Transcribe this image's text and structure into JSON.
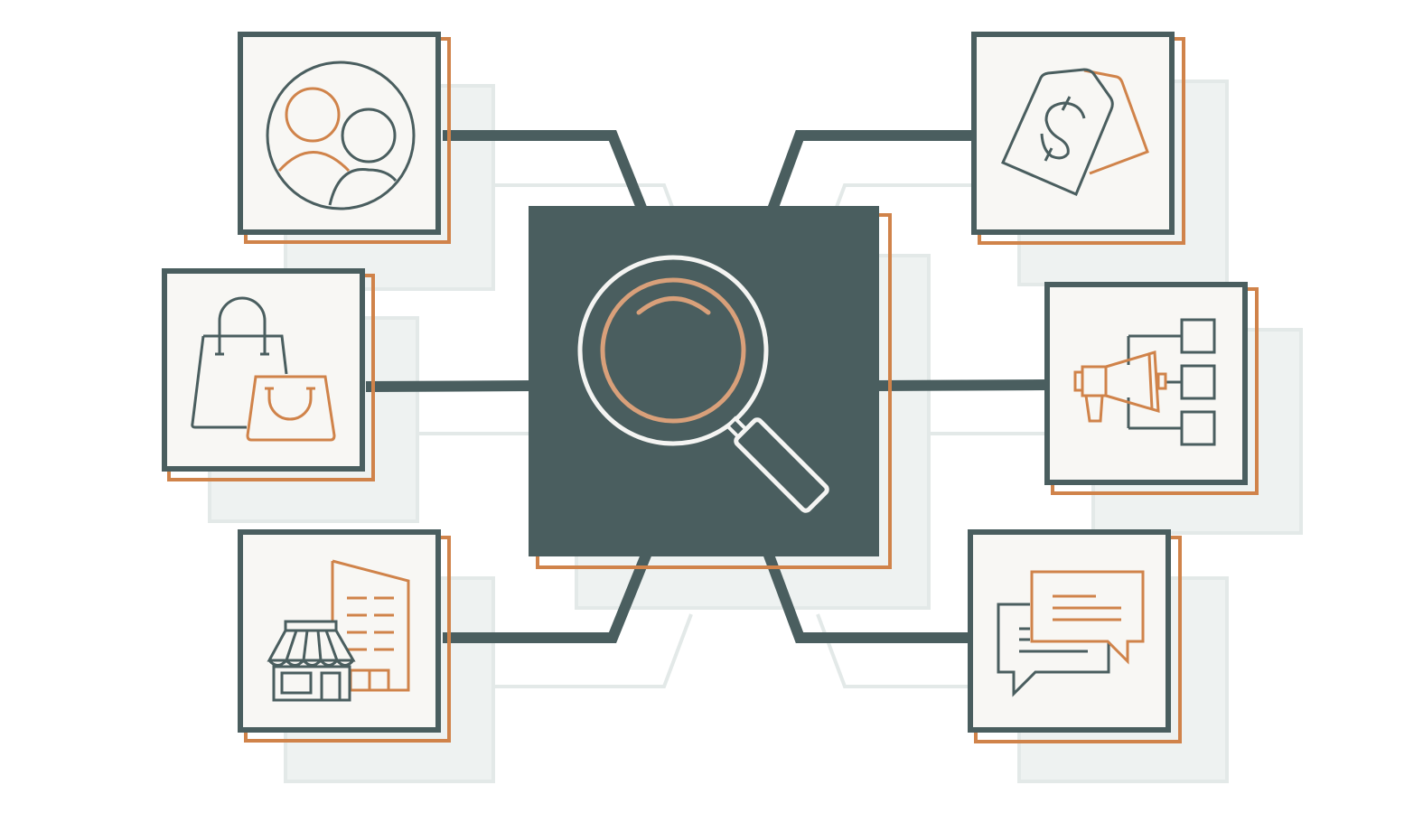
{
  "diagram": {
    "center": {
      "icon": "magnifying-glass-icon"
    },
    "nodes": [
      {
        "id": "customers",
        "icon": "people-group-icon"
      },
      {
        "id": "pricing",
        "icon": "price-tag-dollar-icon"
      },
      {
        "id": "shopping",
        "icon": "shopping-bags-icon"
      },
      {
        "id": "marketing",
        "icon": "megaphone-flowchart-icon"
      },
      {
        "id": "retail",
        "icon": "storefront-building-icon"
      },
      {
        "id": "feedback",
        "icon": "chat-bubbles-icon"
      }
    ]
  },
  "colors": {
    "primary": "#4a5e5f",
    "accent": "#d0834a",
    "accent_light": "#d9a07a",
    "tile_bg": "#f8f7f4",
    "shadow": "#e9eeed",
    "background": "#ffffff"
  }
}
